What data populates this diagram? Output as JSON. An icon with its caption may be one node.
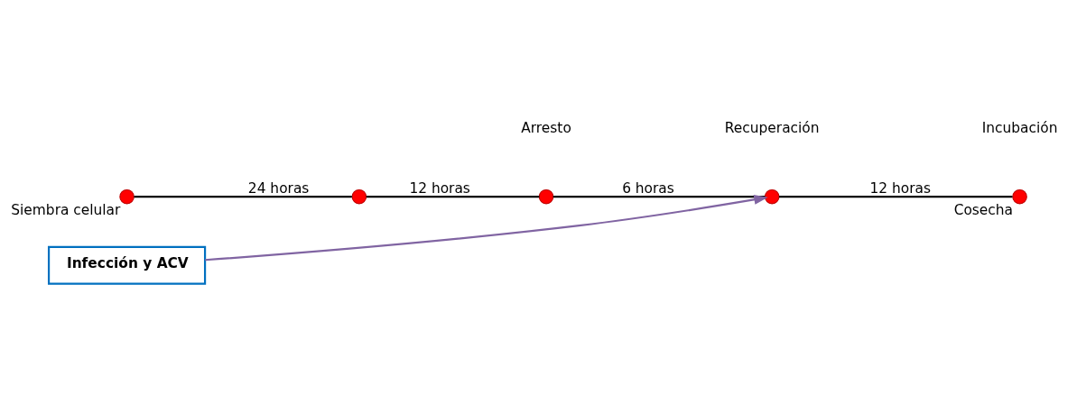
{
  "diagram": {
    "nodes": [
      {
        "text": [],
        "shape": "circle",
        "beside": [
          "Siembra celular"
        ]
      },
      {
        "text": [],
        "shape": "circle"
      },
      {
        "text": [],
        "shape": "circle"
      },
      {
        "text": [],
        "shape": "circle"
      },
      {
        "text": [],
        "shape": "circle",
        "beside": [
          "Cosecha"
        ]
      },
      {
        "text": [
          "Infección y ACV"
        ]
      }
    ],
    "edges": [
      {
        "from": 0,
        "to": 1,
        "arrow": "none",
        "label": "24 horas"
      },
      {
        "from": 1,
        "to": 2,
        "arrow": "none",
        "label": "12 horas"
      },
      {
        "from": 2,
        "to": 3,
        "arrow": "none",
        "label": "6 horas"
      },
      {
        "from": 3,
        "to": 4,
        "arrow": "none",
        "label": "12 horas"
      },
      {
        "from": 5,
        "to": 3,
        "arrow": "to",
        "color": "#8064a2"
      }
    ],
    "labels": [
      "Arresto",
      "Recuperación",
      "Incubación"
    ]
  }
}
